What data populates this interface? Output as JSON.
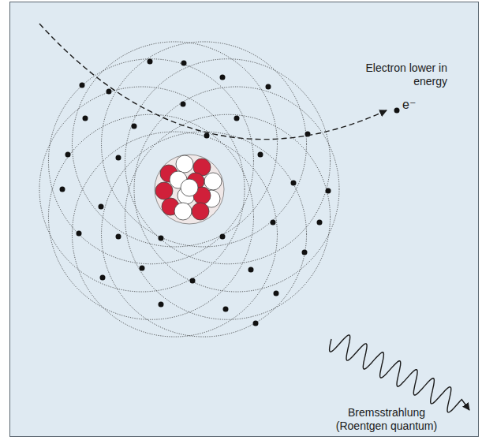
{
  "diagram": {
    "labels": [
      "Electron lower in energy",
      "e⁻",
      "Bremsstrahlung (Roentgen quantum)"
    ]
  }
}
